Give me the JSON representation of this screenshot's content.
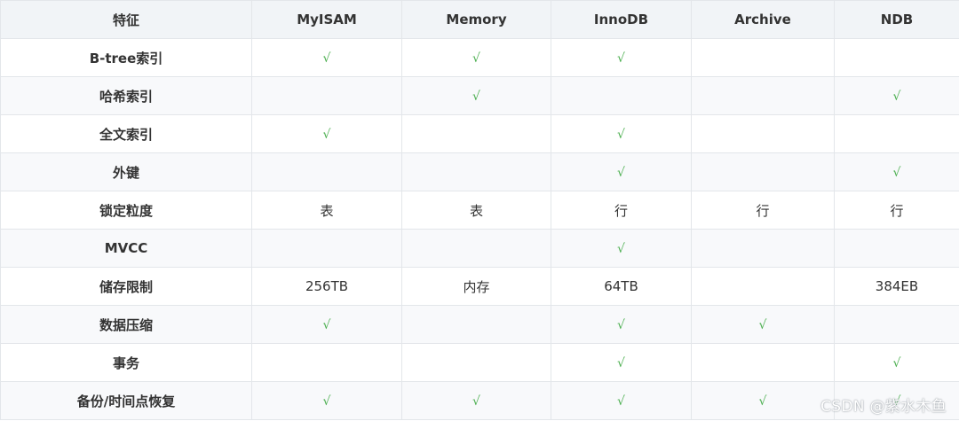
{
  "header": [
    "特征",
    "MyISAM",
    "Memory",
    "InnoDB",
    "Archive",
    "NDB"
  ],
  "check_symbol": "√",
  "rows": [
    {
      "feature": "B-tree索引",
      "cells": [
        "√",
        "√",
        "√",
        "",
        ""
      ]
    },
    {
      "feature": "哈希索引",
      "cells": [
        "",
        "√",
        "",
        "",
        "√"
      ]
    },
    {
      "feature": "全文索引",
      "cells": [
        "√",
        "",
        "√",
        "",
        ""
      ]
    },
    {
      "feature": "外键",
      "cells": [
        "",
        "",
        "√",
        "",
        "√"
      ]
    },
    {
      "feature": "锁定粒度",
      "cells": [
        "表",
        "表",
        "行",
        "行",
        "行"
      ]
    },
    {
      "feature": "MVCC",
      "cells": [
        "",
        "",
        "√",
        "",
        ""
      ]
    },
    {
      "feature": "储存限制",
      "cells": [
        "256TB",
        "内存",
        "64TB",
        "",
        "384EB"
      ]
    },
    {
      "feature": "数据压缩",
      "cells": [
        "√",
        "",
        "√",
        "√",
        ""
      ]
    },
    {
      "feature": "事务",
      "cells": [
        "",
        "",
        "√",
        "",
        "√"
      ]
    },
    {
      "feature": "备份/时间点恢复",
      "cells": [
        "√",
        "√",
        "√",
        "√",
        "√"
      ]
    }
  ],
  "watermark": "CSDN @紫水木鱼",
  "colors": {
    "header_bg": "#f1f4f7",
    "alt_row_bg": "#f8f9fb",
    "check": "#4caf50",
    "border": "#e3e6ea"
  }
}
